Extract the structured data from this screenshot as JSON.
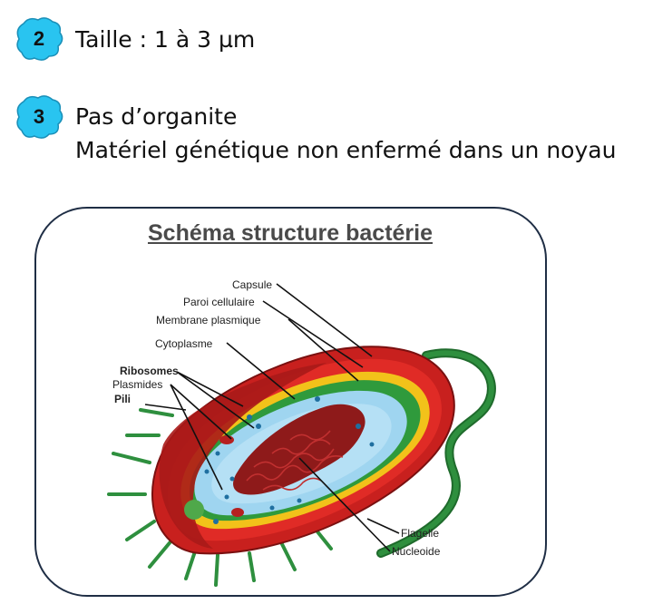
{
  "items": [
    {
      "number": "2",
      "lines": [
        "Taille : 1 à 3 µm"
      ]
    },
    {
      "number": "3",
      "lines": [
        "Pas d’organite",
        "Matériel génétique non enfermé dans un noyau"
      ]
    }
  ],
  "diagram": {
    "title": "Schéma structure bactérie",
    "labels": {
      "capsule": "Capsule",
      "paroi": "Paroi cellulaire",
      "membrane": "Membrane plasmique",
      "cytoplasme": "Cytoplasme",
      "ribosomes": "Ribosomes",
      "plasmides": "Plasmides",
      "pili": "Pili",
      "flagelle": "Flagelle",
      "nucleoide": "Nucleoide"
    }
  },
  "colors": {
    "badge_fill": "#29c4f0",
    "capsule": "#c8201e",
    "wall": "#f2c21a",
    "membrane": "#2f9a3c",
    "cytoplasm": "#9fd5f0",
    "nucleoid": "#8e1a1a",
    "flagellum": "#2e8f3e"
  }
}
